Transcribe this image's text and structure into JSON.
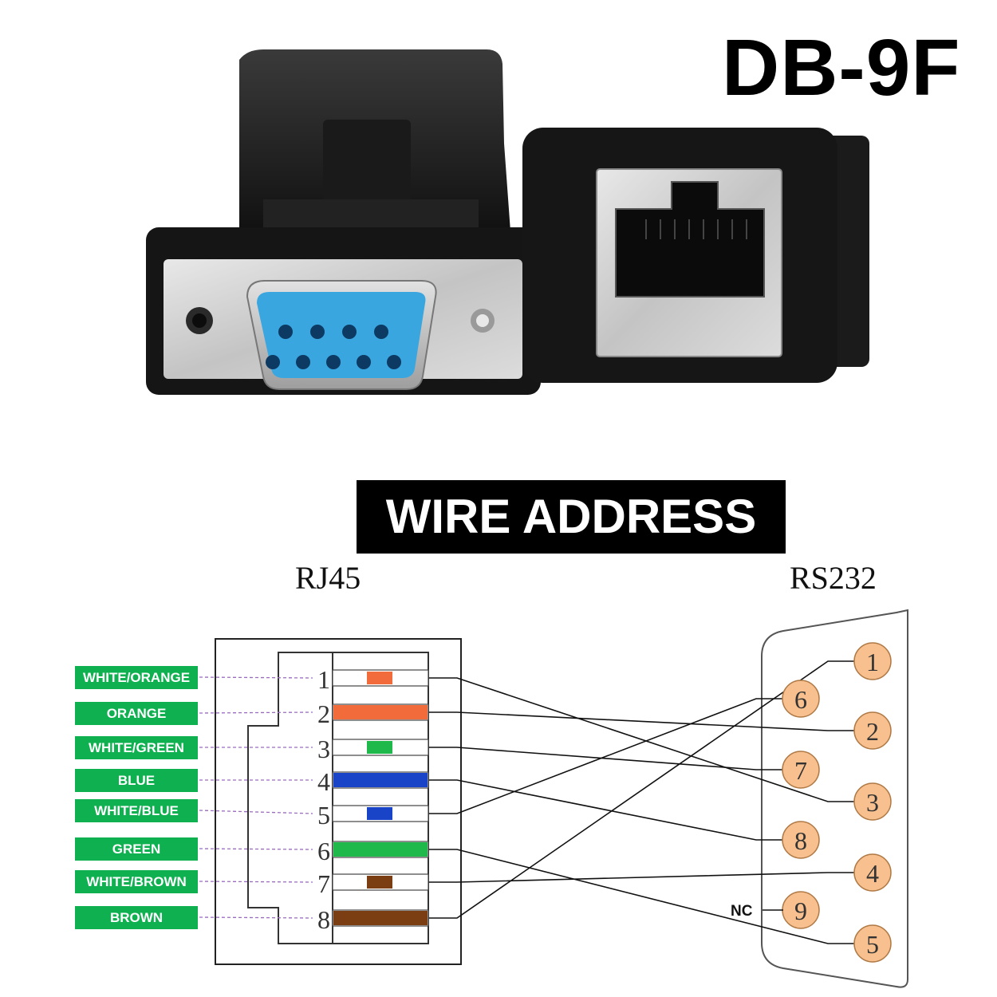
{
  "product_title": "DB-9F",
  "banner": {
    "title": "WIRE ADDRESS"
  },
  "rj45": {
    "label": "RJ45",
    "pins": [
      {
        "num": "1",
        "wire": "WHITE/ORANGE",
        "color": "#f26b3a",
        "striped": true
      },
      {
        "num": "2",
        "wire": "ORANGE",
        "color": "#f26b3a",
        "striped": false
      },
      {
        "num": "3",
        "wire": "WHITE/GREEN",
        "color": "#1fb84a",
        "striped": true
      },
      {
        "num": "4",
        "wire": "BLUE",
        "color": "#1a44c8",
        "striped": false
      },
      {
        "num": "5",
        "wire": "WHITE/BLUE",
        "color": "#1a44c8",
        "striped": true
      },
      {
        "num": "6",
        "wire": "GREEN",
        "color": "#1fb84a",
        "striped": false
      },
      {
        "num": "7",
        "wire": "WHITE/BROWN",
        "color": "#7a3e12",
        "striped": true
      },
      {
        "num": "8",
        "wire": "BROWN",
        "color": "#7a3e12",
        "striped": false
      }
    ]
  },
  "rs232": {
    "label": "RS232",
    "pins": [
      "1",
      "2",
      "3",
      "4",
      "5",
      "6",
      "7",
      "8",
      "9"
    ],
    "nc_label": "NC",
    "nc_pin": "9"
  },
  "wiring": [
    {
      "rj45": "1",
      "rs232": "3"
    },
    {
      "rj45": "2",
      "rs232": "2"
    },
    {
      "rj45": "3",
      "rs232": "7"
    },
    {
      "rj45": "4",
      "rs232": "8"
    },
    {
      "rj45": "5",
      "rs232": "6"
    },
    {
      "rj45": "6",
      "rs232": "5"
    },
    {
      "rj45": "7",
      "rs232": "4"
    },
    {
      "rj45": "8",
      "rs232": "1"
    }
  ],
  "colors": {
    "label_green": "#0fb050",
    "pin_circle_fill": "#f7c08e",
    "leader_line": "#9a6cc0",
    "db9_contacts": "#3aa6e0"
  }
}
